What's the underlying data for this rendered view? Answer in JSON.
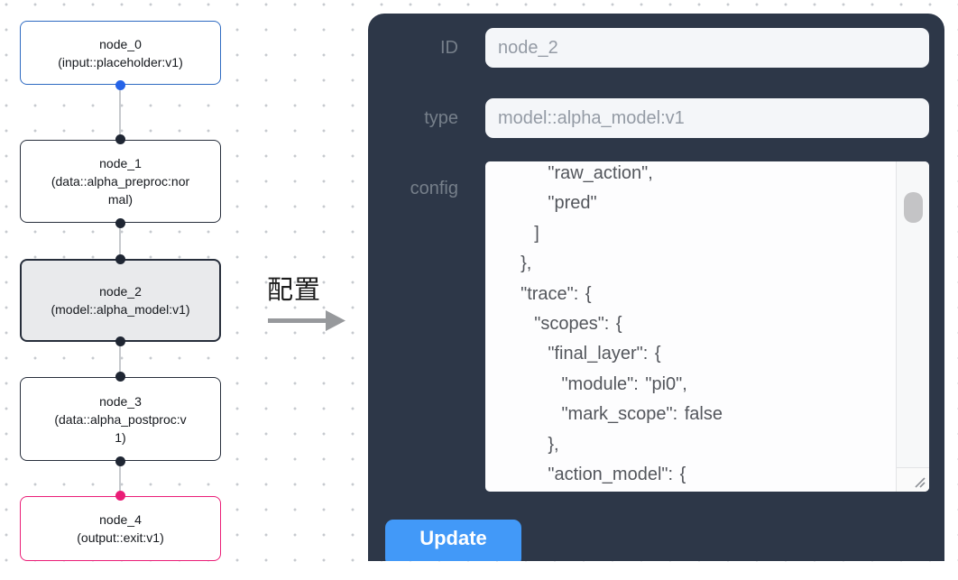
{
  "flowchart": {
    "nodes": [
      {
        "label": "node_0",
        "type_label": "(input::placeholder:v1)",
        "variant": "input"
      },
      {
        "label": "node_1",
        "type_label": "(data::alpha_preproc:normal)",
        "variant": "default"
      },
      {
        "label": "node_2",
        "type_label": "(model::alpha_model:v1)",
        "variant": "selected"
      },
      {
        "label": "node_3",
        "type_label": "(data::alpha_postproc:v1)",
        "variant": "default"
      },
      {
        "label": "node_4",
        "type_label": "(output::exit:v1)",
        "variant": "output"
      }
    ],
    "colors": {
      "input_border": "#2e6ac1",
      "default_border": "#272e3b",
      "output_border": "#ea1d77",
      "selected_bg": "#e9eaec",
      "port_input": "#2563e8",
      "port_default": "#1f2633",
      "port_output": "#ea1d77"
    }
  },
  "annotation": {
    "label": "配置"
  },
  "config_panel": {
    "id_label": "ID",
    "id_value": "node_2",
    "type_label": "type",
    "type_value": "model::alpha_model:v1",
    "config_label": "config",
    "config_json": "      \"raw_action\",\n      \"pred\"\n    ]\n  },\n  \"trace\": {\n    \"scopes\": {\n      \"final_layer\": {\n        \"module\": \"pi0\",\n        \"mark_scope\": false\n      },\n      \"action_model\": {",
    "update_label": "Update",
    "colors": {
      "panel_bg": "#2d3748",
      "button_bg": "#4299f8"
    }
  }
}
